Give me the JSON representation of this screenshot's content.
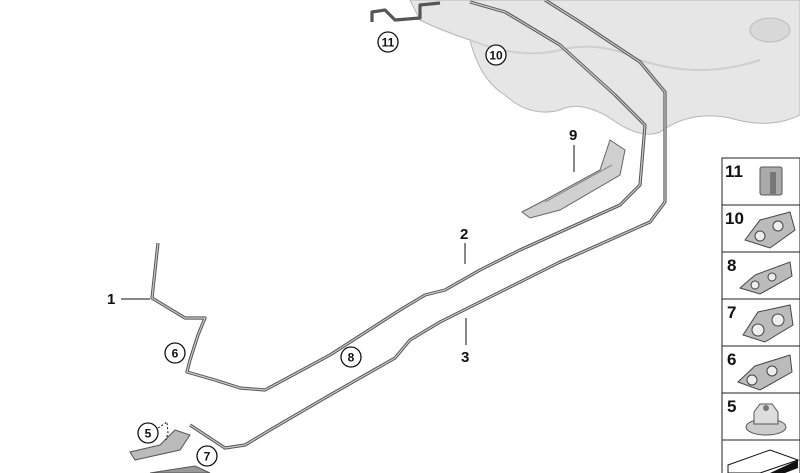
{
  "diagram": {
    "callouts_plain": [
      "1",
      "2",
      "3",
      "9"
    ],
    "callouts_circled": [
      "11",
      "10",
      "6",
      "8",
      "5",
      "7"
    ]
  },
  "parts_panel": {
    "items": [
      {
        "number": "11",
        "icon": "clip-icon"
      },
      {
        "number": "10",
        "icon": "pipe-holder-icon"
      },
      {
        "number": "8",
        "icon": "pipe-holder-icon"
      },
      {
        "number": "7",
        "icon": "pipe-holder-icon"
      },
      {
        "number": "6",
        "icon": "pipe-holder-icon"
      },
      {
        "number": "5",
        "icon": "hex-nut-icon"
      }
    ],
    "last_item_icon": "sheet-icon"
  }
}
